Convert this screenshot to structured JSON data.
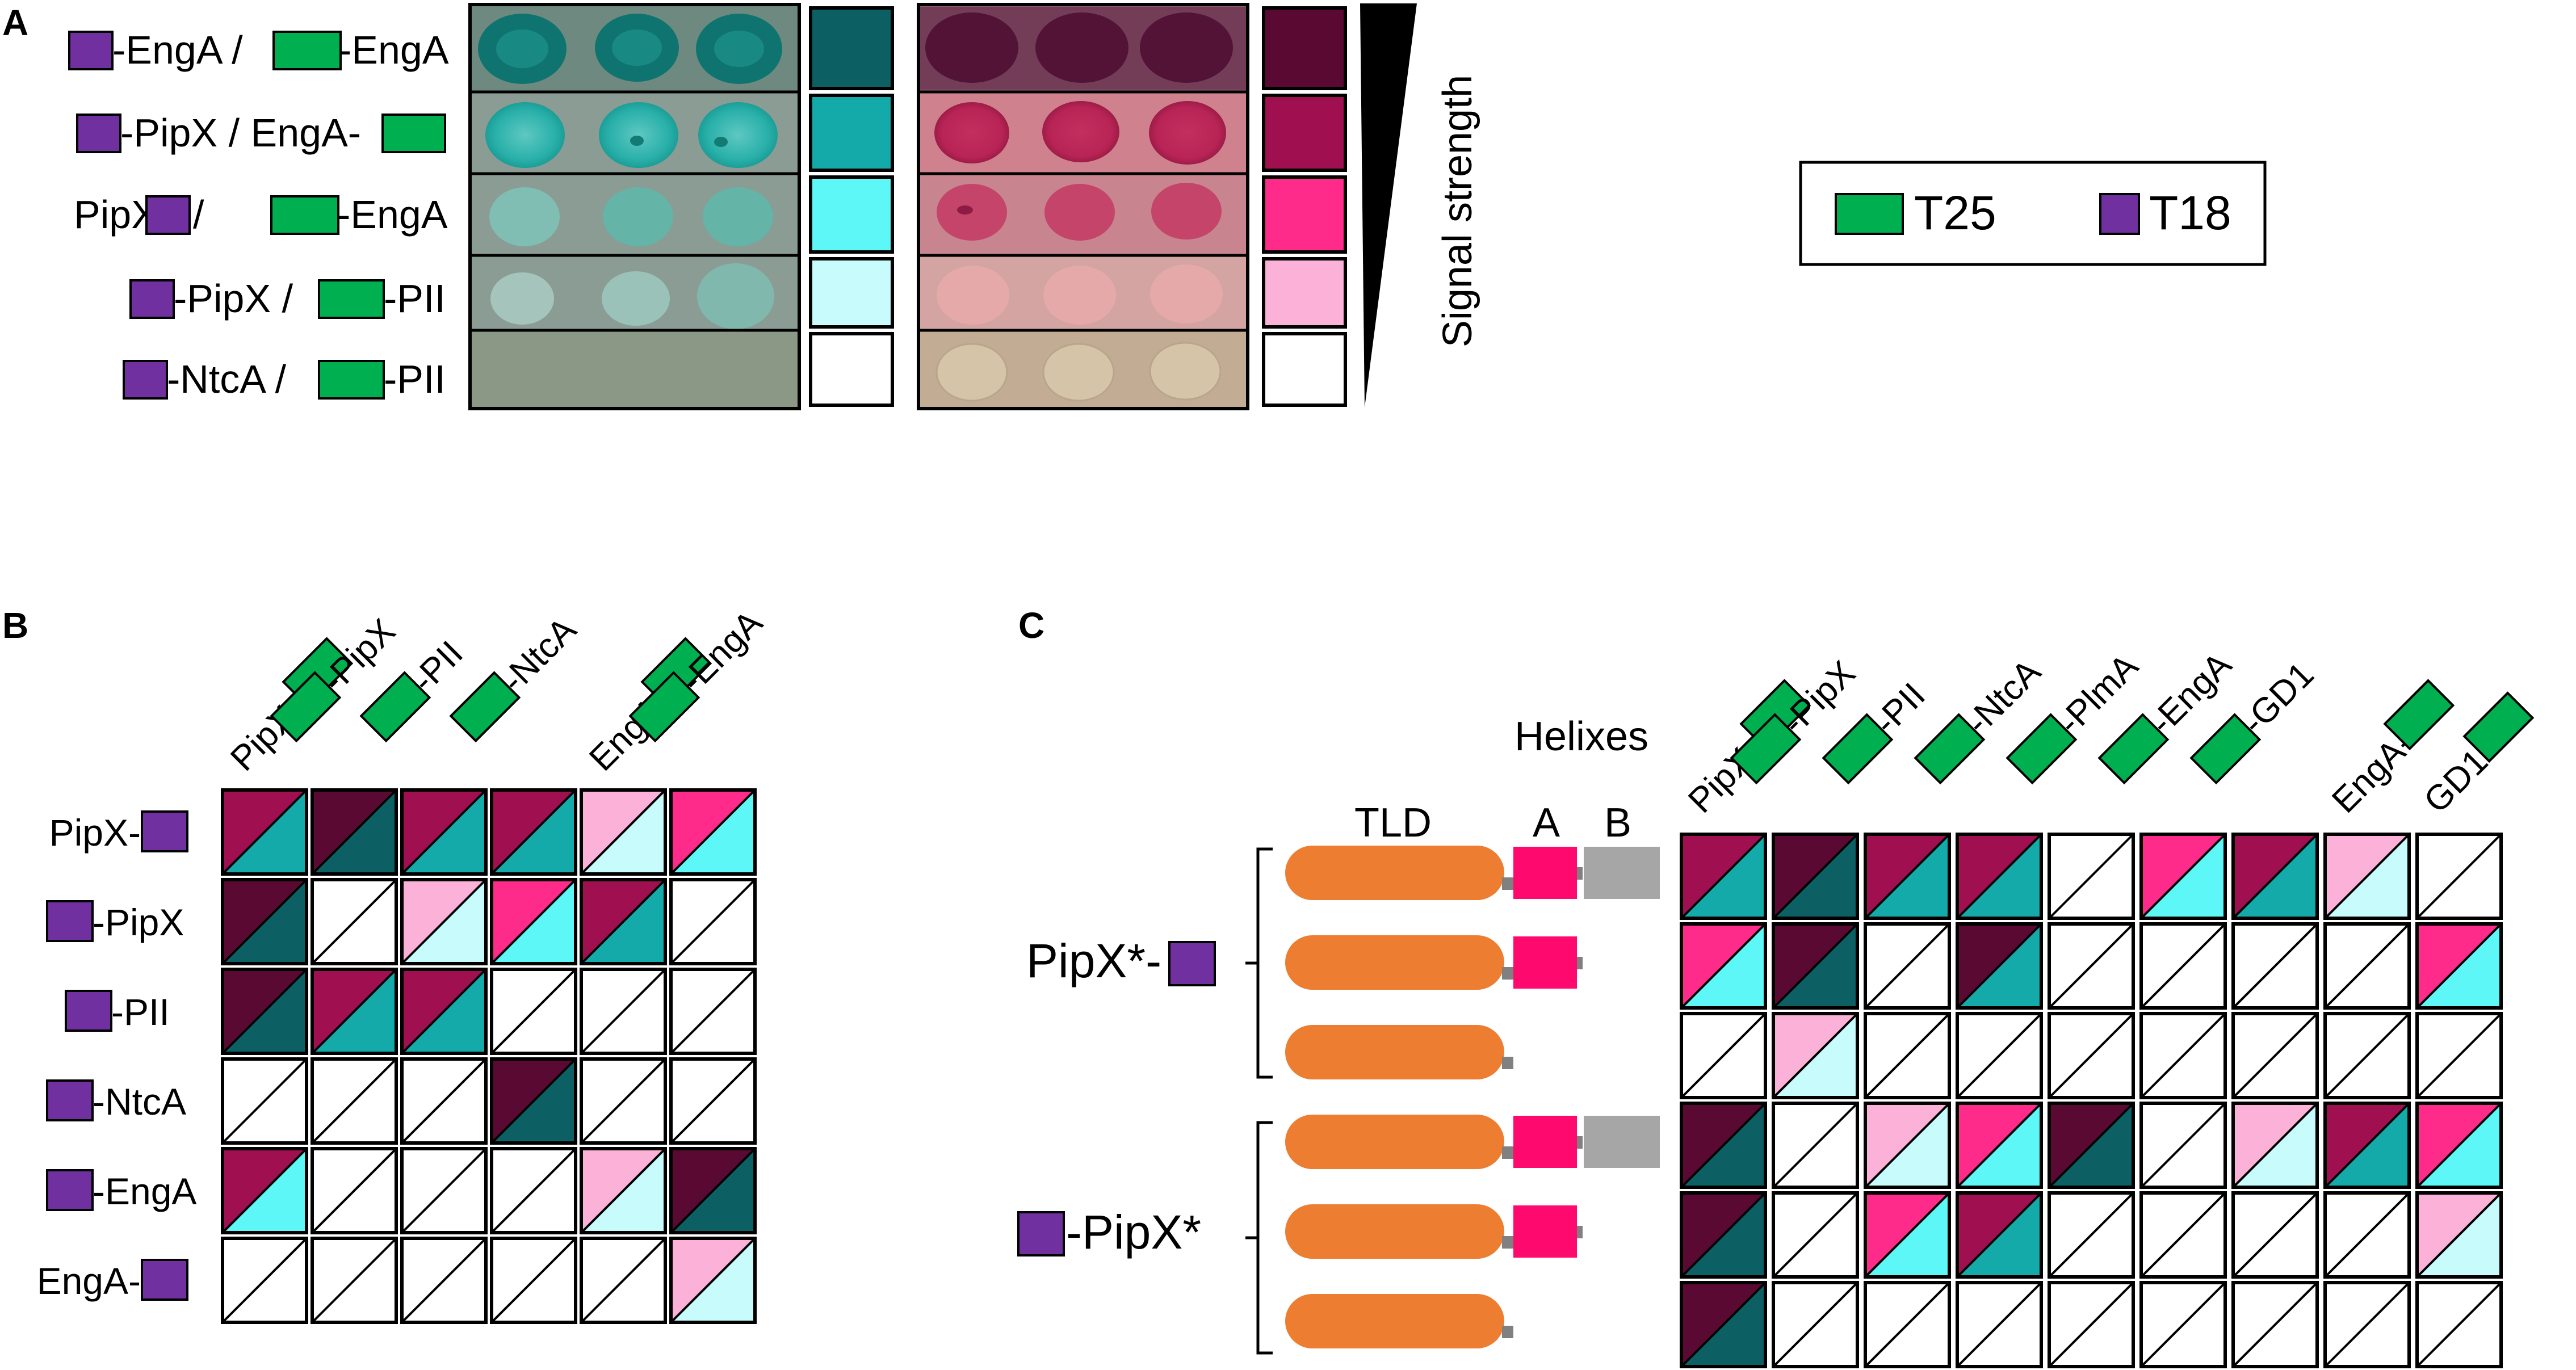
{
  "colors": {
    "t25": "#00b050",
    "t18": "#7030a0",
    "blue": [
      "#0c6064",
      "#14aaaa",
      "#5ef7f7",
      "#c8fbfb",
      "#ffffff"
    ],
    "red": [
      "#5a0a32",
      "#a01050",
      "#fe2b8a",
      "#fcb2d8",
      "#ffffff"
    ],
    "tld": "#ed7d31",
    "helixA": "#fe0a6e",
    "helixB": "#a6a6a6"
  },
  "panel_letters": {
    "a": "A",
    "b": "B",
    "c": "C"
  },
  "legend": {
    "t25": {
      "label": "T25",
      "color_key": "t25"
    },
    "t18": {
      "label": "T18",
      "color_key": "t18"
    }
  },
  "panel_a": {
    "signal_label": "Signal strength",
    "rows": [
      {
        "before_sq": "",
        "sq1": "t18",
        "mid": "-EngA / ",
        "sq2": "t25",
        "after_sq": "-EngA",
        "blue_level": 0,
        "red_level": 0
      },
      {
        "before_sq": "",
        "sq1": "t18",
        "mid": "-PipX / EngA-",
        "sq2": "t25",
        "after_sq": "",
        "blue_level": 1,
        "red_level": 1
      },
      {
        "before_sq": "PipX-",
        "sq1": "t18",
        "mid": " / ",
        "sq2": "t25",
        "after_sq": "-EngA",
        "blue_level": 2,
        "red_level": 2
      },
      {
        "before_sq": "",
        "sq1": "t18",
        "mid": "-PipX / ",
        "sq2": "t25",
        "after_sq": "-PII",
        "blue_level": 3,
        "red_level": 3
      },
      {
        "before_sq": "",
        "sq1": "t18",
        "mid": "-NtcA / ",
        "sq2": "t25",
        "after_sq": "-PII",
        "blue_level": 4,
        "red_level": 4
      }
    ]
  },
  "panel_b": {
    "columns": [
      {
        "text": "PipX-",
        "sq": "after"
      },
      {
        "text": "-PipX",
        "sq": "before"
      },
      {
        "text": "-PII",
        "sq": "before"
      },
      {
        "text": "-NtcA",
        "sq": "before"
      },
      {
        "text": "EngA-",
        "sq": "after"
      },
      {
        "text": "-EngA",
        "sq": "before"
      }
    ],
    "rows": [
      {
        "text": "PipX-",
        "sq": "after"
      },
      {
        "text": "-PipX",
        "sq": "before"
      },
      {
        "text": "-PII",
        "sq": "before"
      },
      {
        "text": "-NtcA",
        "sq": "before"
      },
      {
        "text": "-EngA",
        "sq": "before"
      },
      {
        "text": "EngA-",
        "sq": "after"
      }
    ],
    "cells": [
      [
        [
          1,
          1
        ],
        [
          0,
          0
        ],
        [
          1,
          1
        ],
        [
          1,
          1
        ],
        [
          3,
          3
        ],
        [
          2,
          2
        ]
      ],
      [
        [
          0,
          0
        ],
        [
          4,
          4
        ],
        [
          3,
          3
        ],
        [
          2,
          2
        ],
        [
          1,
          1
        ],
        [
          4,
          4
        ]
      ],
      [
        [
          0,
          0
        ],
        [
          1,
          1
        ],
        [
          1,
          1
        ],
        [
          4,
          4
        ],
        [
          4,
          4
        ],
        [
          4,
          4
        ]
      ],
      [
        [
          4,
          4
        ],
        [
          4,
          4
        ],
        [
          4,
          4
        ],
        [
          0,
          0
        ],
        [
          4,
          4
        ],
        [
          4,
          4
        ]
      ],
      [
        [
          1,
          2
        ],
        [
          4,
          4
        ],
        [
          4,
          4
        ],
        [
          4,
          4
        ],
        [
          3,
          3
        ],
        [
          0,
          0
        ]
      ],
      [
        [
          4,
          4
        ],
        [
          4,
          4
        ],
        [
          4,
          4
        ],
        [
          4,
          4
        ],
        [
          4,
          4
        ],
        [
          3,
          3
        ]
      ]
    ]
  },
  "panel_c": {
    "helixes_label": "Helixes",
    "tld_label": "TLD",
    "helix_a_label": "A",
    "helix_b_label": "B",
    "group1_label": {
      "text": "PipX*-",
      "sq": "after"
    },
    "group2_label": {
      "text": "-PipX*",
      "sq": "before"
    },
    "constructs": [
      {
        "a": true,
        "b": true
      },
      {
        "a": true,
        "b": false
      },
      {
        "a": false,
        "b": false
      },
      {
        "a": true,
        "b": true
      },
      {
        "a": true,
        "b": false
      },
      {
        "a": false,
        "b": false
      }
    ],
    "columns": [
      {
        "text": "PipX-",
        "sq": "after"
      },
      {
        "text": "-PipX",
        "sq": "before"
      },
      {
        "text": "-PII",
        "sq": "before"
      },
      {
        "text": "-NtcA",
        "sq": "before"
      },
      {
        "text": "-PlmA",
        "sq": "before"
      },
      {
        "text": "-EngA",
        "sq": "before"
      },
      {
        "text": "-GD1",
        "sq": "before"
      },
      {
        "text": "EngA-",
        "sq": "after"
      },
      {
        "text": "GD1-",
        "sq": "after"
      }
    ],
    "cells": [
      [
        [
          1,
          1
        ],
        [
          0,
          0
        ],
        [
          1,
          1
        ],
        [
          1,
          1
        ],
        [
          4,
          4
        ],
        [
          2,
          2
        ],
        [
          1,
          1
        ],
        [
          3,
          3
        ],
        [
          4,
          4
        ]
      ],
      [
        [
          2,
          2
        ],
        [
          0,
          0
        ],
        [
          4,
          4
        ],
        [
          0,
          1
        ],
        [
          4,
          4
        ],
        [
          4,
          4
        ],
        [
          4,
          4
        ],
        [
          4,
          4
        ],
        [
          2,
          2
        ]
      ],
      [
        [
          4,
          4
        ],
        [
          3,
          3
        ],
        [
          4,
          4
        ],
        [
          4,
          4
        ],
        [
          4,
          4
        ],
        [
          4,
          4
        ],
        [
          4,
          4
        ],
        [
          4,
          4
        ],
        [
          4,
          4
        ]
      ],
      [
        [
          0,
          0
        ],
        [
          4,
          4
        ],
        [
          3,
          3
        ],
        [
          2,
          2
        ],
        [
          0,
          0
        ],
        [
          4,
          4
        ],
        [
          3,
          3
        ],
        [
          1,
          1
        ],
        [
          2,
          2
        ]
      ],
      [
        [
          0,
          0
        ],
        [
          4,
          4
        ],
        [
          2,
          2
        ],
        [
          1,
          1
        ],
        [
          4,
          4
        ],
        [
          4,
          4
        ],
        [
          4,
          4
        ],
        [
          4,
          4
        ],
        [
          3,
          3
        ]
      ],
      [
        [
          0,
          0
        ],
        [
          4,
          4
        ],
        [
          4,
          4
        ],
        [
          4,
          4
        ],
        [
          4,
          4
        ],
        [
          4,
          4
        ],
        [
          4,
          4
        ],
        [
          4,
          4
        ],
        [
          4,
          4
        ]
      ]
    ]
  }
}
